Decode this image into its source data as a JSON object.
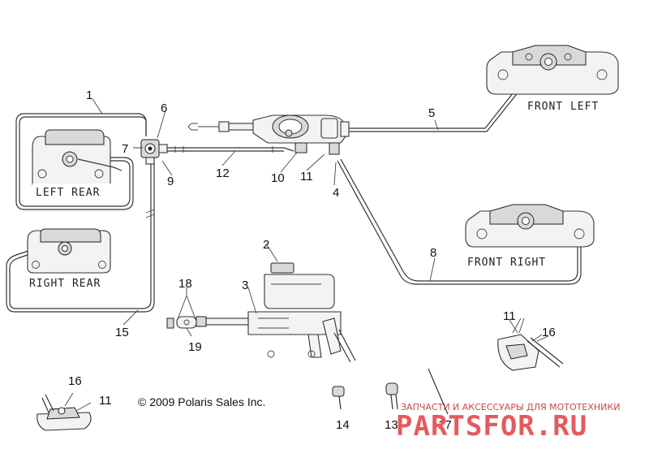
{
  "labels": {
    "left_rear": "LEFT REAR",
    "right_rear": "RIGHT REAR",
    "front_left": "FRONT LEFT",
    "front_right": "FRONT RIGHT"
  },
  "callouts": {
    "n1": "1",
    "n2": "2",
    "n3": "3",
    "n4": "4",
    "n5": "5",
    "n6": "6",
    "n7": "7",
    "n8": "8",
    "n9": "9",
    "n10": "10",
    "n11a": "11",
    "n11b": "11",
    "n11c": "11",
    "n12": "12",
    "n13": "13",
    "n14": "14",
    "n15": "15",
    "n16a": "16",
    "n16b": "16",
    "n17": "17",
    "n18": "18",
    "n19": "19"
  },
  "copyright": "© 2009 Polaris Sales Inc.",
  "watermark": {
    "subtitle": "ЗАПЧАСТИ И АКСЕССУАРЫ ДЛЯ МОТОТЕХНИКИ",
    "brand": "PARTSFOR.RU"
  }
}
